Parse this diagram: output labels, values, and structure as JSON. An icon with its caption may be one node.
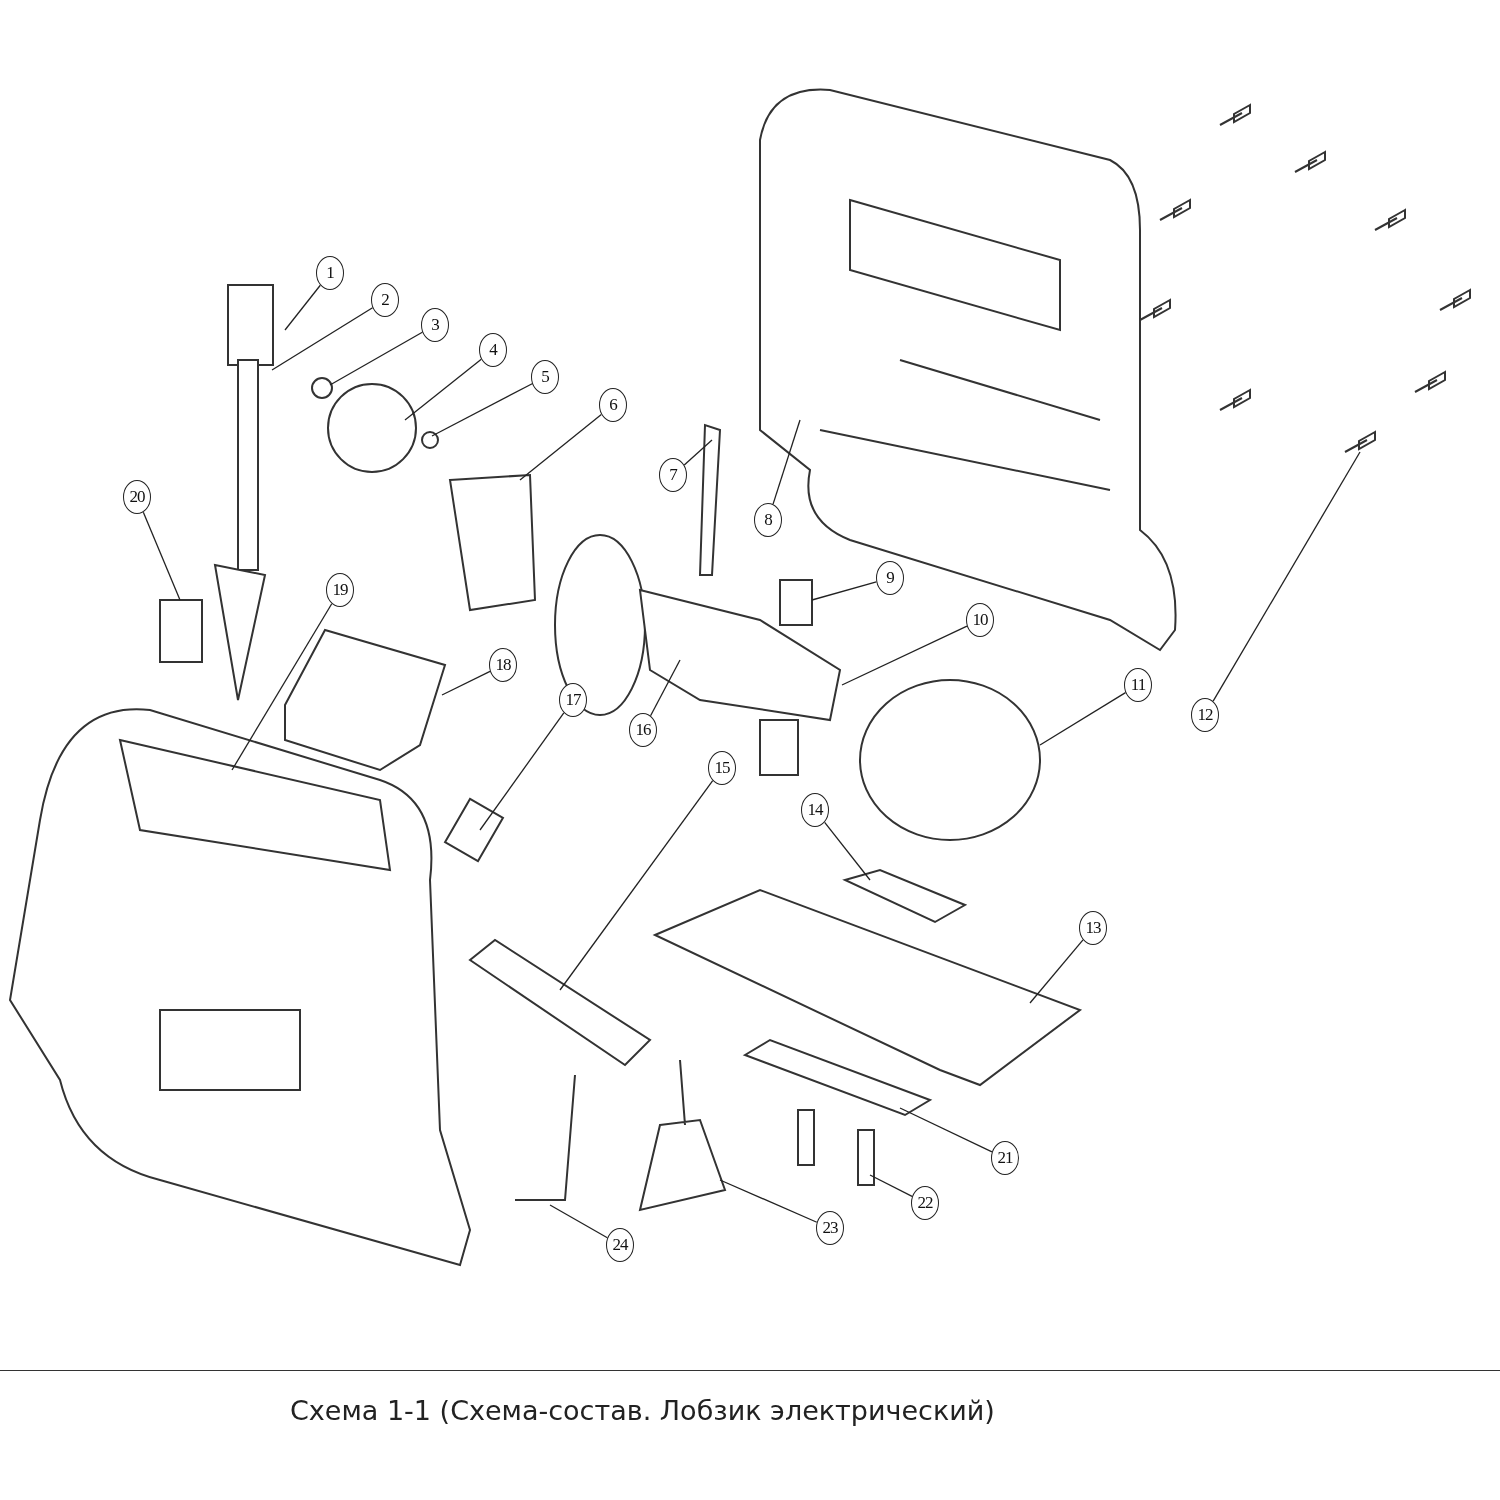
{
  "diagram": {
    "caption": "Схема 1-1 (Схема-состав. Лобзик электрический)",
    "nodes": [
      {
        "text": [
          "1"
        ]
      },
      {
        "text": [
          "2"
        ]
      },
      {
        "text": [
          "3"
        ]
      },
      {
        "text": [
          "4"
        ]
      },
      {
        "text": [
          "5"
        ]
      },
      {
        "text": [
          "6"
        ]
      },
      {
        "text": [
          "7"
        ]
      },
      {
        "text": [
          "8"
        ]
      },
      {
        "text": [
          "9"
        ]
      },
      {
        "text": [
          "10"
        ]
      },
      {
        "text": [
          "11"
        ]
      },
      {
        "text": [
          "12"
        ]
      },
      {
        "text": [
          "13"
        ]
      },
      {
        "text": [
          "14"
        ]
      },
      {
        "text": [
          "15"
        ]
      },
      {
        "text": [
          "16"
        ]
      },
      {
        "text": [
          "17"
        ]
      },
      {
        "text": [
          "18"
        ]
      },
      {
        "text": [
          "19"
        ]
      },
      {
        "text": [
          "20"
        ]
      },
      {
        "text": [
          "21"
        ]
      },
      {
        "text": [
          "22"
        ]
      },
      {
        "text": [
          "23"
        ]
      },
      {
        "text": [
          "24"
        ]
      }
    ],
    "edges": [
      {
        "from": 0,
        "to": null,
        "arrow": "none"
      },
      {
        "from": 1,
        "to": null,
        "arrow": "none"
      },
      {
        "from": 2,
        "to": null,
        "arrow": "none"
      },
      {
        "from": 3,
        "to": null,
        "arrow": "none"
      },
      {
        "from": 4,
        "to": null,
        "arrow": "none"
      },
      {
        "from": 5,
        "to": null,
        "arrow": "none"
      },
      {
        "from": 6,
        "to": null,
        "arrow": "none"
      },
      {
        "from": 7,
        "to": null,
        "arrow": "none"
      },
      {
        "from": 8,
        "to": null,
        "arrow": "none"
      },
      {
        "from": 9,
        "to": null,
        "arrow": "none"
      },
      {
        "from": 10,
        "to": null,
        "arrow": "none"
      },
      {
        "from": 11,
        "to": null,
        "arrow": "none"
      },
      {
        "from": 12,
        "to": null,
        "arrow": "none"
      },
      {
        "from": 13,
        "to": null,
        "arrow": "none"
      },
      {
        "from": 14,
        "to": null,
        "arrow": "none"
      },
      {
        "from": 15,
        "to": null,
        "arrow": "none"
      },
      {
        "from": 16,
        "to": null,
        "arrow": "none"
      },
      {
        "from": 17,
        "to": null,
        "arrow": "none"
      },
      {
        "from": 18,
        "to": null,
        "arrow": "none"
      },
      {
        "from": 19,
        "to": null,
        "arrow": "none"
      },
      {
        "from": 20,
        "to": null,
        "arrow": "none"
      },
      {
        "from": 21,
        "to": null,
        "arrow": "none"
      },
      {
        "from": 22,
        "to": null,
        "arrow": "none"
      },
      {
        "from": 23,
        "to": null,
        "arrow": "none"
      }
    ]
  }
}
